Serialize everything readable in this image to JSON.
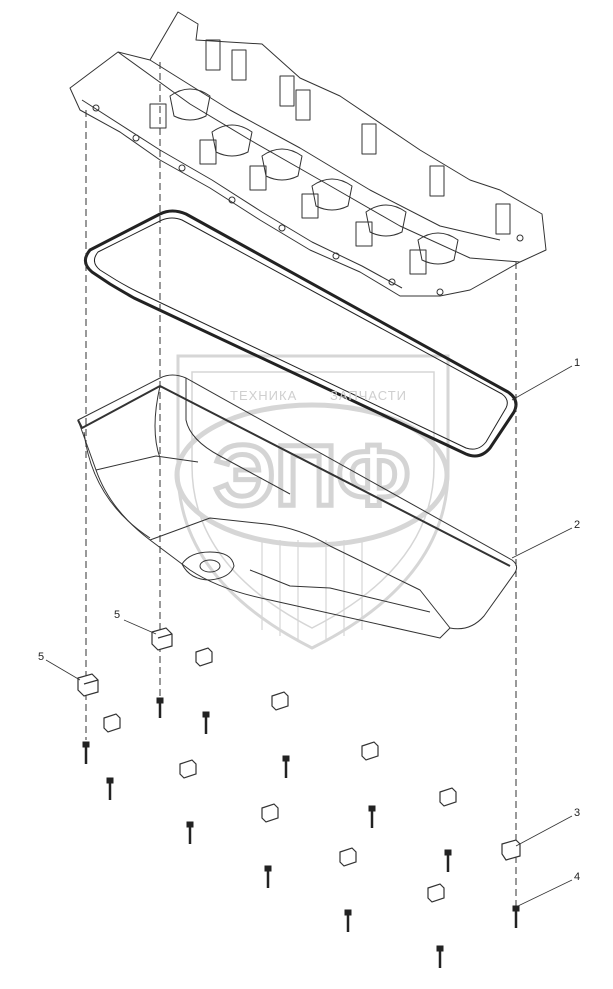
{
  "watermark": {
    "brand_line": "ТЕХНИКА",
    "parts_line": "ЗАПЧАСТИ",
    "logo_letters": "ЭПФ"
  },
  "callouts": [
    {
      "id": "c1",
      "label": "1"
    },
    {
      "id": "c2",
      "label": "2"
    },
    {
      "id": "c3",
      "label": "3"
    },
    {
      "id": "c4",
      "label": "4"
    },
    {
      "id": "c5a",
      "label": "5"
    },
    {
      "id": "c5b",
      "label": "5"
    }
  ],
  "colors": {
    "line": "#333333",
    "watermark": "#d4d4d4"
  }
}
